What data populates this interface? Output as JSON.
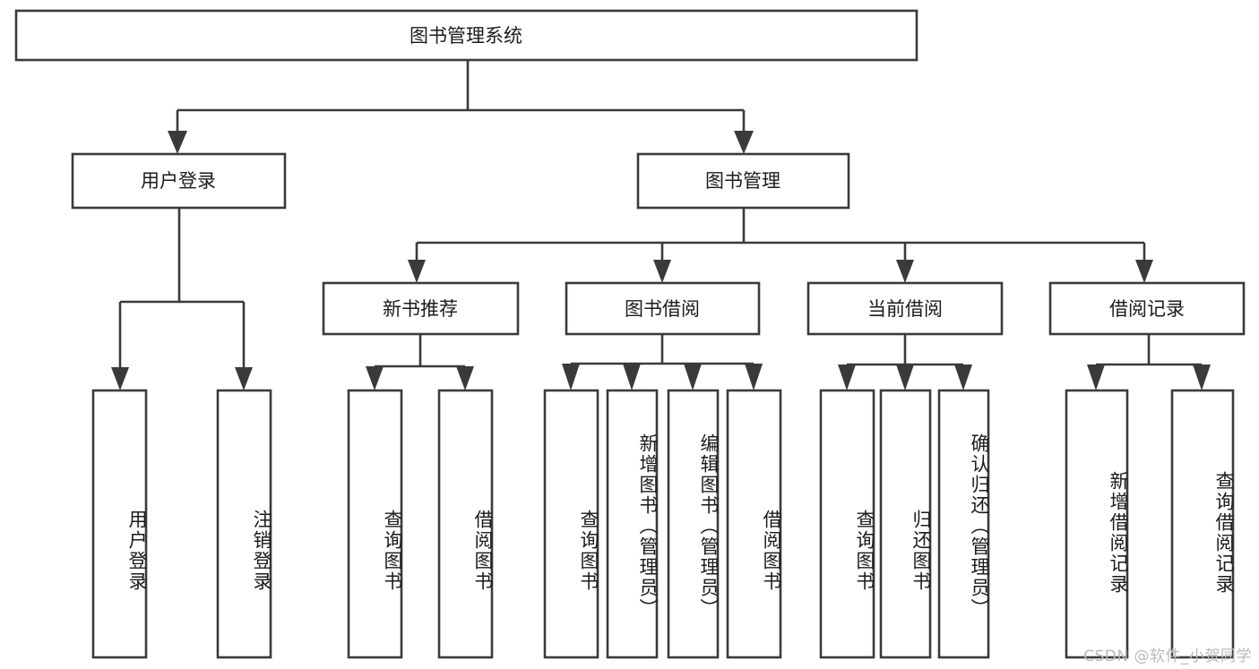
{
  "diagram": {
    "title": "图书管理系统",
    "type": "tree",
    "root": {
      "id": "root",
      "label": "图书管理系统"
    },
    "level2": [
      {
        "id": "user-login",
        "label": "用户登录"
      },
      {
        "id": "book-management",
        "label": "图书管理"
      }
    ],
    "level3": [
      {
        "id": "new-book-recommend",
        "label": "新书推荐",
        "parent": "book-management"
      },
      {
        "id": "book-borrow",
        "label": "图书借阅",
        "parent": "book-management"
      },
      {
        "id": "current-borrow",
        "label": "当前借阅",
        "parent": "book-management"
      },
      {
        "id": "borrow-record",
        "label": "借阅记录",
        "parent": "book-management"
      }
    ],
    "leaves": [
      {
        "id": "leaf-user-login",
        "label": "用户登录",
        "parent": "user-login"
      },
      {
        "id": "leaf-logout-login",
        "label": "注销登录",
        "parent": "user-login"
      },
      {
        "id": "leaf-query-book-1",
        "label": "查询图书",
        "parent": "new-book-recommend"
      },
      {
        "id": "leaf-borrow-book-1",
        "label": "借阅图书",
        "parent": "new-book-recommend"
      },
      {
        "id": "leaf-query-book-2",
        "label": "查询图书",
        "parent": "book-borrow"
      },
      {
        "id": "leaf-add-book",
        "label": "新增图书（管理员）",
        "parent": "book-borrow"
      },
      {
        "id": "leaf-edit-book",
        "label": "编辑图书（管理员）",
        "parent": "book-borrow"
      },
      {
        "id": "leaf-borrow-book-2",
        "label": "借阅图书",
        "parent": "book-borrow"
      },
      {
        "id": "leaf-query-book-3",
        "label": "查询图书",
        "parent": "current-borrow"
      },
      {
        "id": "leaf-return-book",
        "label": "归还图书",
        "parent": "current-borrow"
      },
      {
        "id": "leaf-confirm-return",
        "label": "确认归还（管理员）",
        "parent": "current-borrow"
      },
      {
        "id": "leaf-add-record",
        "label": "新增借阅记录",
        "parent": "borrow-record"
      },
      {
        "id": "leaf-query-record",
        "label": "查询借阅记录",
        "parent": "borrow-record"
      }
    ],
    "colors": {
      "stroke": "#3a3a3a",
      "box_fill": "#ffffff",
      "text": "#1b1b1b",
      "background": "#ffffff",
      "watermark": "#b9b9b9"
    }
  },
  "watermark": {
    "text": "CSDN @软件_小贺同学"
  }
}
